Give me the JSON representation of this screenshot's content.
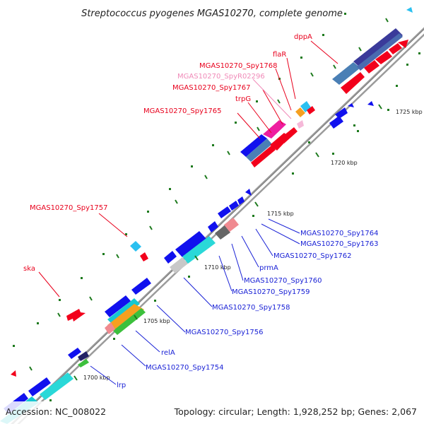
{
  "title": "Streptococcus pyogenes MGAS10270, complete genome",
  "footer": {
    "accession": "Accession: NC_008022",
    "summary": "Topology: circular; Length: 1,928,252 bp; Genes: 2,067"
  },
  "ticks": [
    "1700 kbp",
    "1705 kbp",
    "1710 kbp",
    "1715 kbp",
    "1720 kbp",
    "1725 kbp"
  ],
  "colors": {
    "forward_label": "#e8001c",
    "reverse_label": "#1a22d6",
    "rna_label": "#f08ab8",
    "red": "#f2001b",
    "blue": "#1111ee",
    "cyan": "#16c8d2",
    "teal": "#2ad8d8",
    "navy": "#2a2a8a",
    "steel": "#4a7fb5",
    "backbone": "#999999",
    "tick_green": "#1d7a1d"
  },
  "labels": [
    {
      "id": "dppA",
      "text": "dppA",
      "strand": "forward"
    },
    {
      "id": "flaR",
      "text": "flaR",
      "strand": "forward"
    },
    {
      "id": "spy1768",
      "text": "MGAS10270_Spy1768",
      "strand": "forward"
    },
    {
      "id": "spyR02296",
      "text": "MGAS10270_SpyR02296",
      "strand": "rna"
    },
    {
      "id": "spy1767",
      "text": "MGAS10270_Spy1767",
      "strand": "forward"
    },
    {
      "id": "trpG",
      "text": "trpG",
      "strand": "forward"
    },
    {
      "id": "spy1765",
      "text": "MGAS10270_Spy1765",
      "strand": "forward"
    },
    {
      "id": "spy1757",
      "text": "MGAS10270_Spy1757",
      "strand": "forward"
    },
    {
      "id": "ska",
      "text": "ska",
      "strand": "forward"
    },
    {
      "id": "spy1764",
      "text": "MGAS10270_Spy1764",
      "strand": "reverse"
    },
    {
      "id": "spy1763",
      "text": "MGAS10270_Spy1763",
      "strand": "reverse"
    },
    {
      "id": "spy1762",
      "text": "MGAS10270_Spy1762",
      "strand": "reverse"
    },
    {
      "id": "prmA",
      "text": "prmA",
      "strand": "reverse"
    },
    {
      "id": "spy1760",
      "text": "MGAS10270_Spy1760",
      "strand": "reverse"
    },
    {
      "id": "spy1759",
      "text": "MGAS10270_Spy1759",
      "strand": "reverse"
    },
    {
      "id": "spy1758",
      "text": "MGAS10270_Spy1758",
      "strand": "reverse"
    },
    {
      "id": "spy1756",
      "text": "MGAS10270_Spy1756",
      "strand": "reverse"
    },
    {
      "id": "relA",
      "text": "relA",
      "strand": "reverse"
    },
    {
      "id": "spy1754",
      "text": "MGAS10270_Spy1754",
      "strand": "reverse"
    },
    {
      "id": "lrp",
      "text": "lrp",
      "strand": "reverse"
    }
  ]
}
